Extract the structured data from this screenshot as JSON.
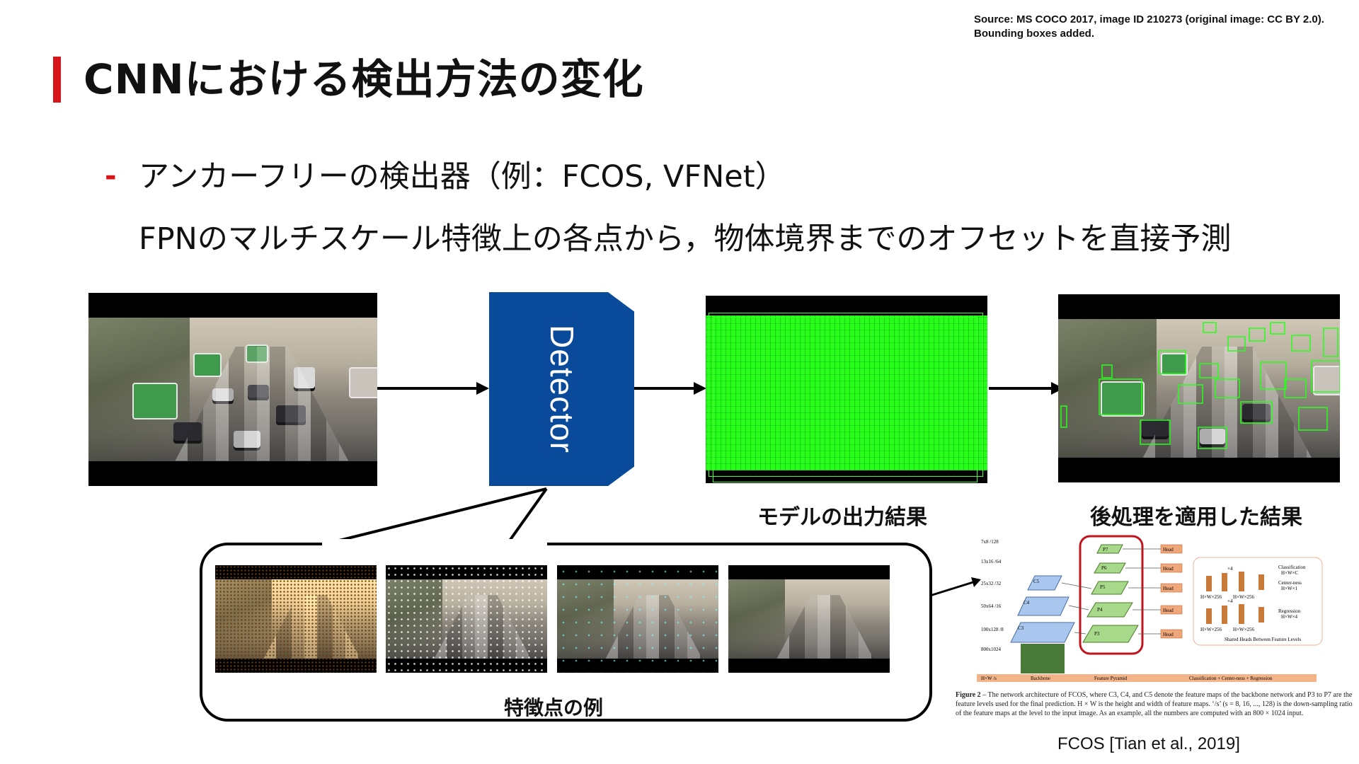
{
  "source_note": {
    "line1": "Source: MS COCO 2017, image ID 210273 (original image: CC BY 2.0).",
    "line2": "Bounding boxes added."
  },
  "slide": {
    "title": "CNNにおける検出方法の変化",
    "bullet_dash": "-",
    "bullet": "アンカーフリーの検出器（例：FCOS, VFNet）",
    "subline": "FPNのマルチスケール特徴上の各点から，物体境界までのオフセットを直接予測"
  },
  "pipeline": {
    "detector_label": "Detector",
    "model_output_caption": "モデルの出力結果",
    "postprocess_caption": "後処理を適用した結果",
    "feature_caption": "特徴点の例"
  },
  "fcos_figure": {
    "level_labels": [
      "7x8 /128",
      "13x16 /64",
      "25x32 /32",
      "50x64 /16",
      "100x128 /8",
      "800x1024"
    ],
    "c_labels": [
      "C5",
      "C4",
      "C3"
    ],
    "p_labels": [
      "P7",
      "P6",
      "P5",
      "P4",
      "P3"
    ],
    "head_label": "Head",
    "classification": "Classification",
    "classification_dim": "H×W×C",
    "centerness": "Center-ness",
    "centerness_dim": "H×W×1",
    "regression": "Regression",
    "regression_dim": "H×W×4",
    "shared_heads": "Shared Heads Between Feature Levels",
    "x4": "×4",
    "dim256": "H×W×256",
    "bottom_bar": {
      "hw": "H×W /s",
      "backbone": "Backbone",
      "pyramid": "Feature Pyramid",
      "heads": "Classification + Center-ness + Regression"
    },
    "caption_bold": "Figure 2",
    "caption_text": " – The network architecture of FCOS, where C3, C4, and C5 denote the feature maps of the backbone network and P3 to P7 are the feature levels used for the final prediction. H × W is the height and width of feature maps. ‘/s’ (s = 8, 16, ..., 128) is the down-sampling ratio of the feature maps at the level to the input image. As an example, all the numbers are computed with an 800 × 1024 input."
  },
  "citation": "FCOS [Tian et al., 2019]",
  "colors": {
    "accent_red": "#d7141a",
    "detector_blue": "#0a4a9a",
    "box_green": "#27ff1a",
    "highlight_red": "#c0141e"
  }
}
